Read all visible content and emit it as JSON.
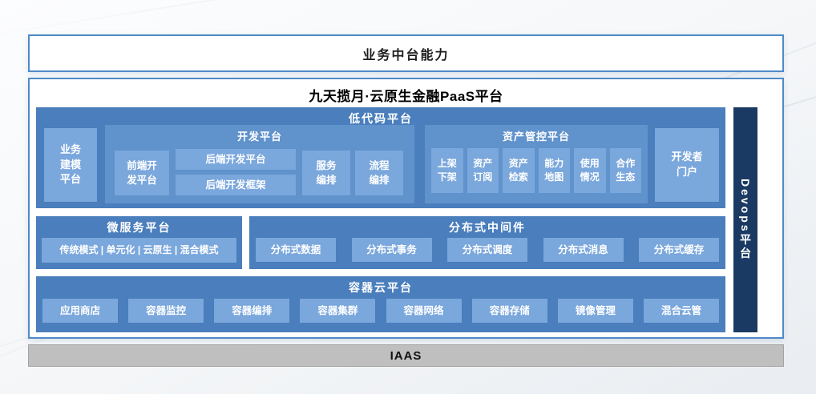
{
  "colors": {
    "outline_border_blue": "#4e8ac8",
    "section_blue": "#4a7ebc",
    "panel_blue": "#6092cc",
    "item_blue": "#7aa7dc",
    "devops_navy": "#1b3a63",
    "iaas_gray": "#bfbfbf"
  },
  "top_box": {
    "label": "业务中台能力"
  },
  "main": {
    "title": "九天揽月·云原生金融PaaS平台",
    "lowcode": {
      "title": "低代码平台",
      "business_modeling": "业务\n建模\n平台",
      "dev_platform": {
        "title": "开发平台",
        "frontend": "前端开\n发平台",
        "backend_platform": "后端开发平台",
        "backend_framework": "后端开发框架",
        "service_orchestration": "服务\n编排",
        "process_orchestration": "流程\n编排"
      },
      "asset_platform": {
        "title": "资产管控平台",
        "items": [
          "上架\n下架",
          "资产\n订阅",
          "资产\n检索",
          "能力\n地图",
          "使用\n情况",
          "合作\n生态"
        ]
      },
      "developer_portal": "开发者\n门户"
    },
    "microservice": {
      "title": "微服务平台",
      "modes": "传统模式 | 单元化 | 云原生 | 混合模式"
    },
    "middleware": {
      "title": "分布式中间件",
      "items": [
        "分布式数据",
        "分布式事务",
        "分布式调度",
        "分布式消息",
        "分布式缓存"
      ]
    },
    "container_cloud": {
      "title": "容器云平台",
      "items": [
        "应用商店",
        "容器监控",
        "容器编排",
        "容器集群",
        "容器网络",
        "容器存储",
        "镜像管理",
        "混合云管"
      ]
    },
    "devops": "Devops平台"
  },
  "iaas": {
    "label": "IAAS"
  }
}
